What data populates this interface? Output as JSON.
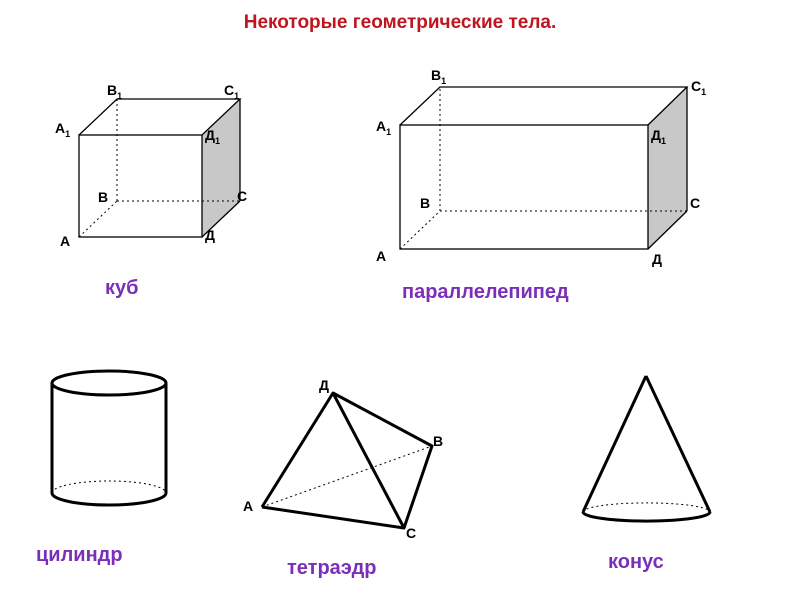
{
  "title": "Некоторые геометрические тела.",
  "colors": {
    "title": "#c0141e",
    "shape_names": "#7b2fb8",
    "shaded_face": "#c8c8c8",
    "lines": "#000000"
  },
  "cube": {
    "name": "куб",
    "labels": {
      "A": "А",
      "B": "В",
      "C": "С",
      "D": "Д",
      "A1": "А",
      "B1": "В",
      "C1": "С",
      "D1": "Д",
      "sub": "1"
    }
  },
  "parallelepiped": {
    "name": "параллелепипед",
    "labels": {
      "A": "А",
      "B": "В",
      "C": "С",
      "D": "Д",
      "A1": "А",
      "B1": "В",
      "C1": "С",
      "D1": "Д",
      "sub": "1"
    }
  },
  "cylinder": {
    "name": "цилиндр"
  },
  "tetrahedron": {
    "name": "тетраэдр",
    "labels": {
      "A": "А",
      "B": "В",
      "C": "С",
      "D": "Д"
    }
  },
  "cone": {
    "name": "конус"
  }
}
